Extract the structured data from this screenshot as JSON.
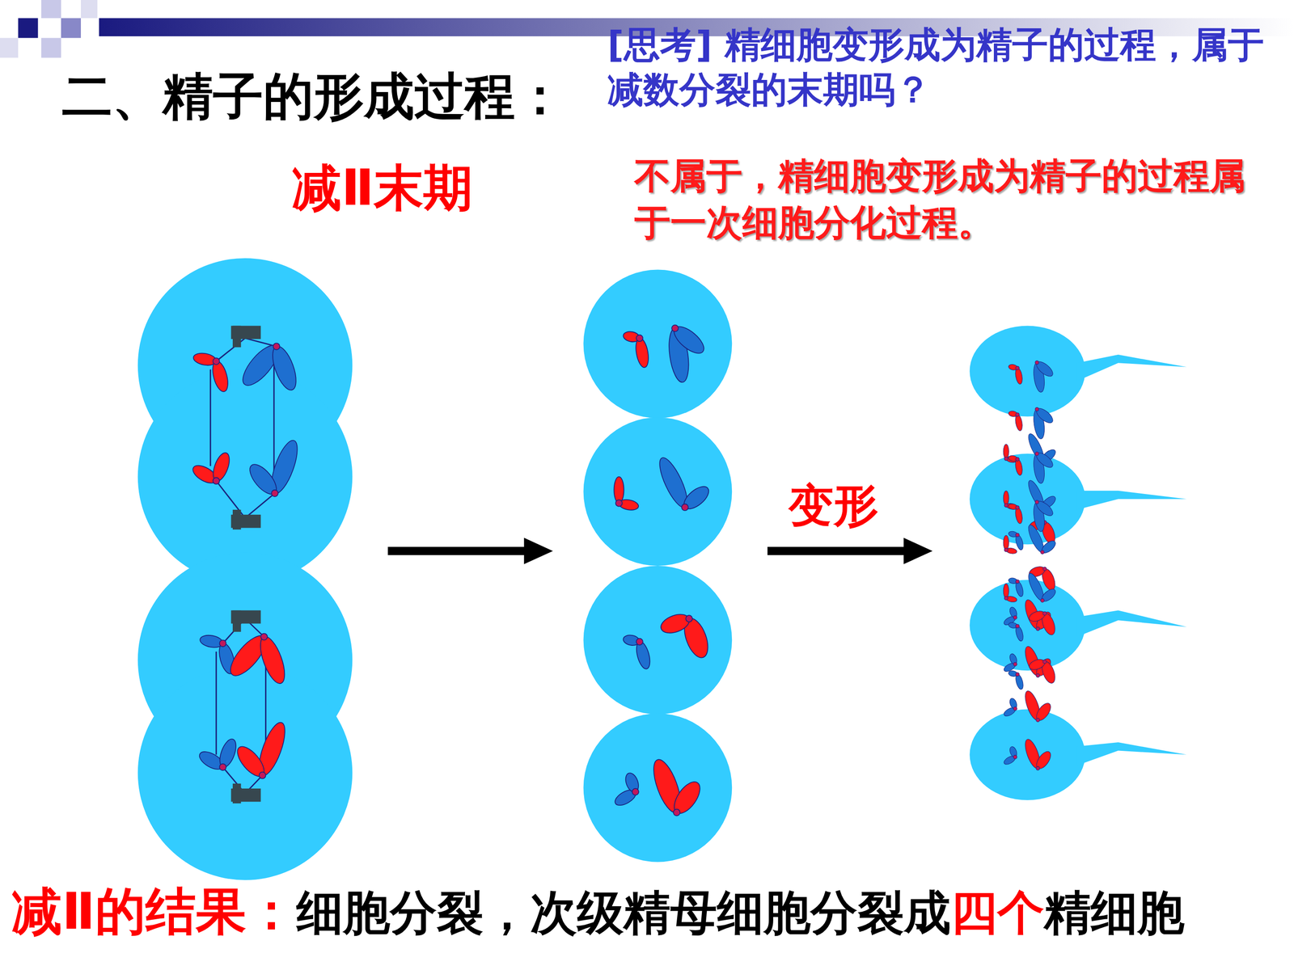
{
  "diagram": {
    "title": "二、精子的形成过程：",
    "labels": [
      "[思考] 精细胞变形成为精子的过程，属于减数分裂的末期吗？",
      "减Ⅱ末期",
      "不属于，精细胞变形成为精子的过程属于一次细胞分化过程。",
      "变形",
      "减Ⅱ的结果：",
      "细胞分裂，次级精母细胞分裂成",
      "四个",
      "精细胞"
    ]
  }
}
